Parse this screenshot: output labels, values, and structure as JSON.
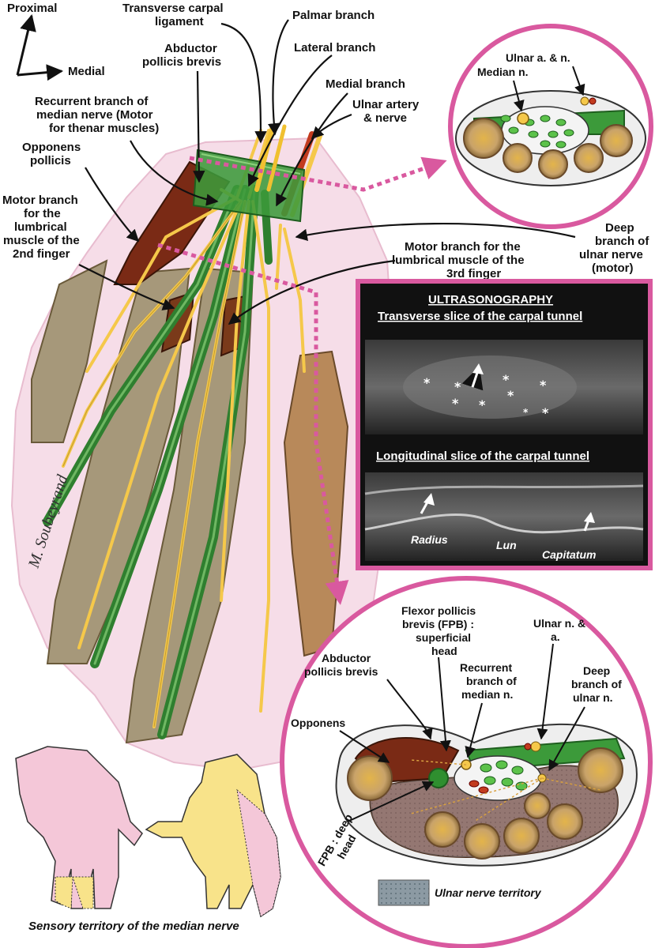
{
  "orientation": {
    "proximal": "Proximal",
    "medial": "Medial"
  },
  "labels": {
    "transverse_carpal_ligament": [
      "Transverse carpal",
      "ligament"
    ],
    "palmar_branch": "Palmar branch",
    "abductor_pollicis_brevis": [
      "Abductor",
      "pollicis brevis"
    ],
    "lateral_branch": "Lateral branch",
    "medial_branch": "Medial branch",
    "recurrent_branch": [
      "Recurrent branch of",
      "median nerve (Motor",
      "for thenar muscles)"
    ],
    "ulnar_artery_nerve": [
      "Ulnar artery",
      "& nerve"
    ],
    "opponens_pollicis": [
      "Opponens",
      "pollicis"
    ],
    "motor_branch_2nd": [
      "Motor branch",
      "for the",
      "lumbrical",
      "muscle of the",
      "2nd finger"
    ],
    "deep_branch_ulnar": [
      "Deep",
      "branch of",
      "ulnar nerve",
      "(motor)"
    ],
    "motor_branch_3rd": [
      "Motor branch for the",
      "lumbrical muscle of the",
      "3rd finger"
    ]
  },
  "inset_top": {
    "ulnar_an": "Ulnar a. & n.",
    "median_n": "Median n."
  },
  "ultrasound": {
    "heading": "ULTRASONOGRAPHY",
    "transverse_title": "Transverse slice of the carpal tunnel",
    "longitudinal_title": "Longitudinal slice of the carpal tunnel",
    "star": "*",
    "bones": {
      "radius": "Radius",
      "lun": "Lun",
      "capitatum": "Capitatum"
    }
  },
  "inset_bottom": {
    "fpb_superficial": [
      "Flexor pollicis",
      "brevis (FPB) :",
      "superficial",
      "head"
    ],
    "ulnar_na": [
      "Ulnar n. &",
      "a."
    ],
    "abductor": [
      "Abductor",
      "pollicis brevis"
    ],
    "recurrent": [
      "Recurrent",
      "branch of",
      "median n."
    ],
    "deep_branch": [
      "Deep",
      "branch of",
      "ulnar n."
    ],
    "opponens": "Opponens",
    "fpb_deep": [
      "FPB : deep",
      "head"
    ],
    "legend_ulnar_territory": "Ulnar nerve territory"
  },
  "signature": "M. Soubeyrand",
  "caption_sensory": "Sensory territory of the median nerve",
  "colors": {
    "frame_pink": "#d9599f",
    "skin_pink": "#f6dde8",
    "ligament_green": "#3c9a3a",
    "tendon_green": "#2f7f2f",
    "nerve_yellow": "#f5c84a",
    "muscle_red": "#7a2a15",
    "bone_tan": "#c9a36a",
    "ultrasound_bg": "#111111"
  }
}
